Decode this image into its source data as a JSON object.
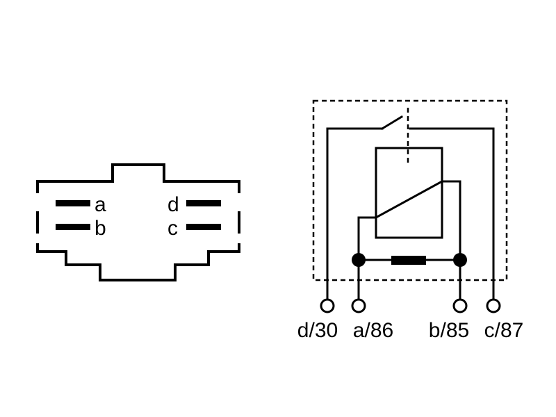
{
  "connector": {
    "terminals": [
      {
        "id": "a",
        "label": "a"
      },
      {
        "id": "b",
        "label": "b"
      },
      {
        "id": "d",
        "label": "d"
      },
      {
        "id": "c",
        "label": "c"
      }
    ]
  },
  "schematic": {
    "pins": [
      {
        "id": "d30",
        "label": "d/30"
      },
      {
        "id": "a86",
        "label": "a/86"
      },
      {
        "id": "b85",
        "label": "b/85"
      },
      {
        "id": "c87",
        "label": "c/87"
      }
    ]
  },
  "colors": {
    "line": "#000000",
    "background": "#ffffff"
  }
}
